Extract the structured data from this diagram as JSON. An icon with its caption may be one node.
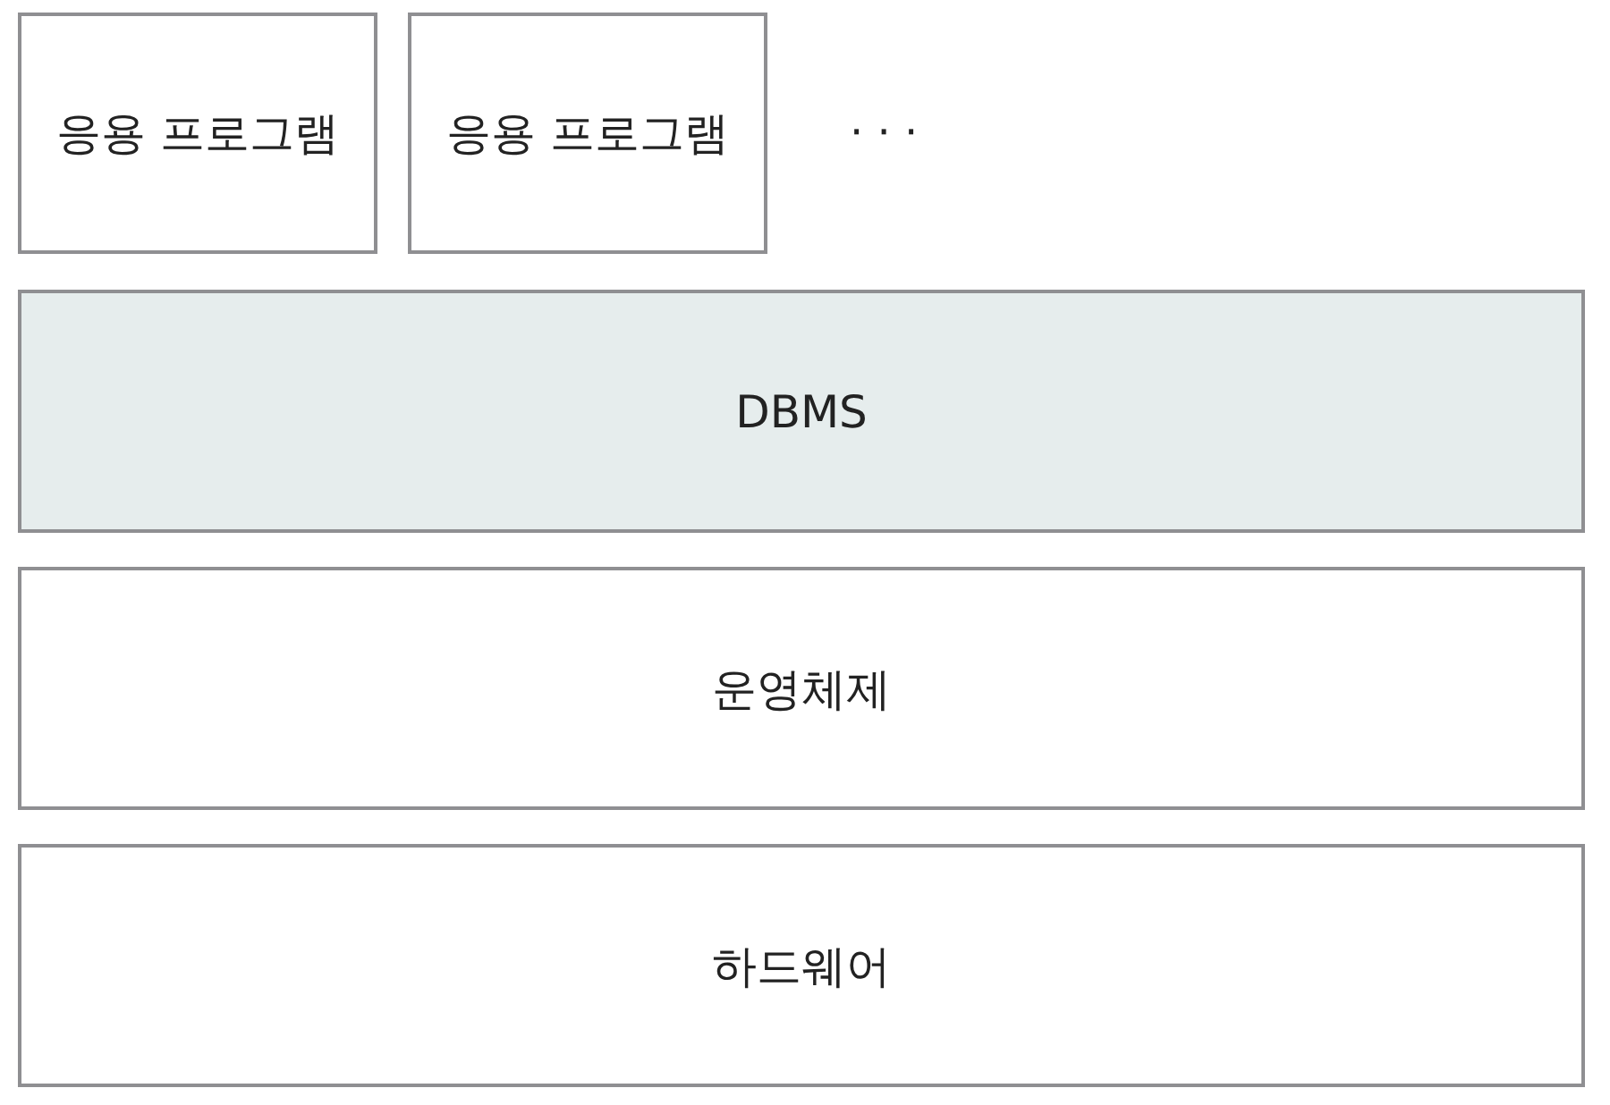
{
  "diagram": {
    "nodes": [
      {
        "text": [
          "응용 프로그램"
        ]
      },
      {
        "text": [
          "응용 프로그램"
        ]
      },
      {
        "text": [
          "DBMS"
        ]
      },
      {
        "text": [
          "운영체제"
        ]
      },
      {
        "text": [
          "하드웨어"
        ]
      }
    ],
    "labels": [
      "· · ·"
    ]
  }
}
